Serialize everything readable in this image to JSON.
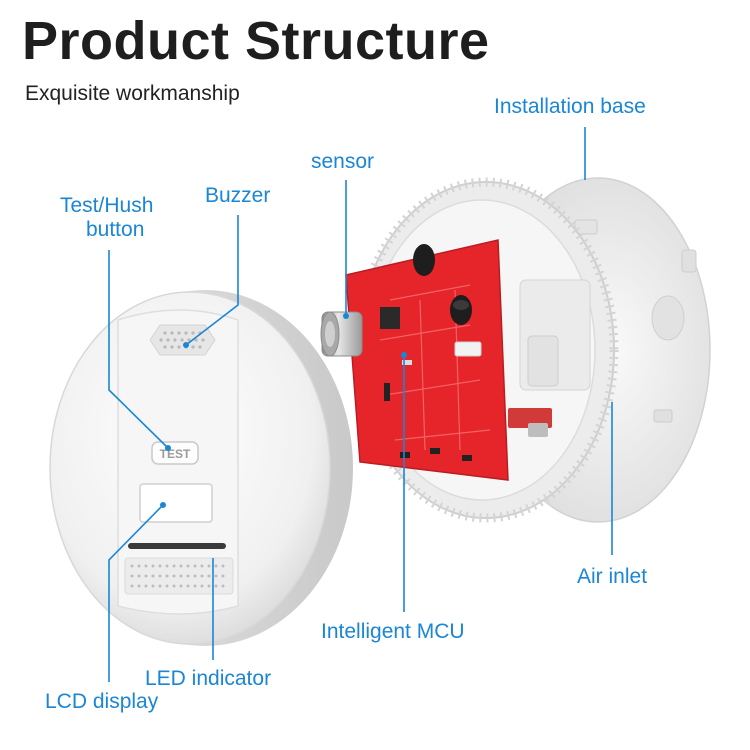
{
  "title": "Product Structure",
  "subtitle": "Exquisite workmanship",
  "button_text": "TEST",
  "colors": {
    "label": "#1a86d6",
    "title": "#1e1e1e",
    "pcb": "#e5252a",
    "housing": "#f1f1f1"
  },
  "labels": {
    "installation_base": "Installation base",
    "sensor": "sensor",
    "buzzer": "Buzzer",
    "test_hush_line1": "Test/Hush",
    "test_hush_line2": "button",
    "air_inlet": "Air inlet",
    "intelligent_mcu": "Intelligent MCU",
    "led_indicator": "LED indicator",
    "lcd_display": "LCD display"
  }
}
